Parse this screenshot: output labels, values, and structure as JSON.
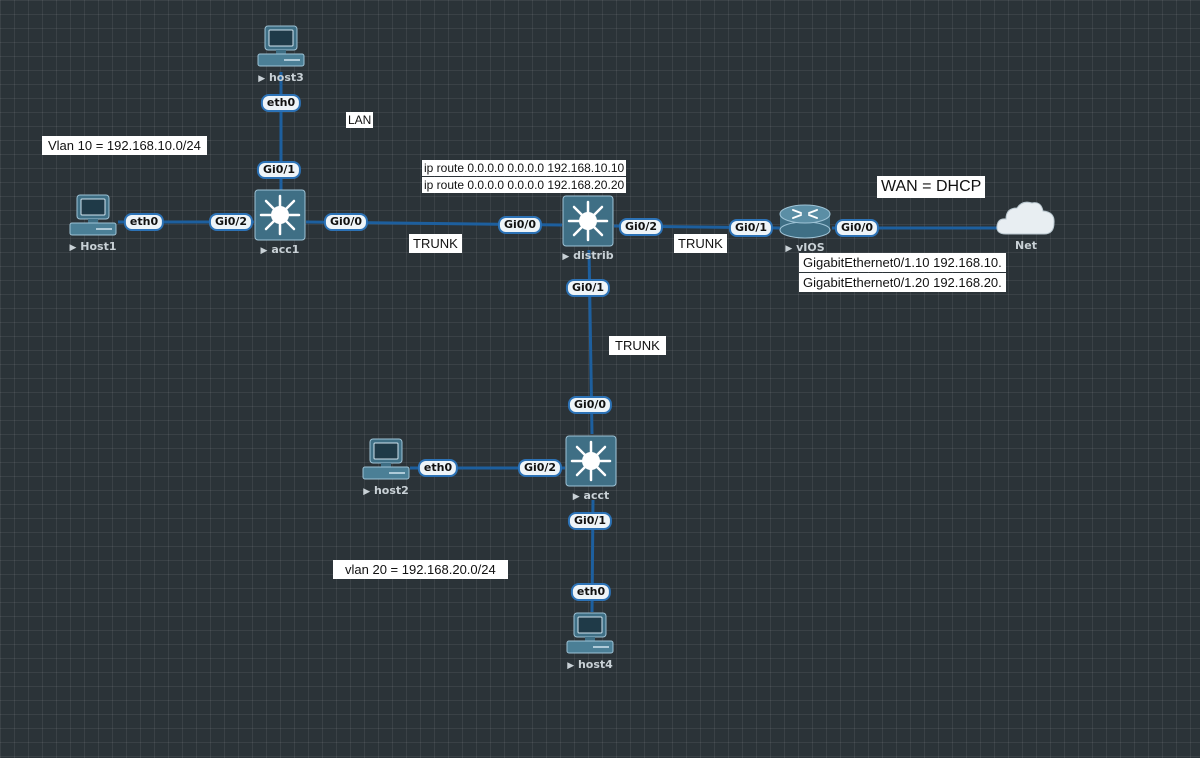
{
  "nodes": {
    "host1": {
      "label": "Host1"
    },
    "host2": {
      "label": "host2"
    },
    "host3": {
      "label": "host3"
    },
    "host4": {
      "label": "host4"
    },
    "acc1": {
      "label": "acc1"
    },
    "distrib": {
      "label": "distrib"
    },
    "acct": {
      "label": "acct"
    },
    "vios": {
      "label": "vIOS"
    },
    "net": {
      "label": "Net"
    }
  },
  "ports": {
    "host3_eth0": "eth0",
    "acc1_gi01": "Gi0/1",
    "host1_eth0": "eth0",
    "acc1_gi02": "Gi0/2",
    "acc1_gi00": "Gi0/0",
    "distrib_gi00": "Gi0/0",
    "distrib_gi02": "Gi0/2",
    "vios_gi01": "Gi0/1",
    "vios_gi00": "Gi0/0",
    "distrib_gi01": "Gi0/1",
    "acct_gi00": "Gi0/0",
    "host2_eth0": "eth0",
    "acct_gi02": "Gi0/2",
    "acct_gi01": "Gi0/1",
    "host4_eth0": "eth0"
  },
  "notes": {
    "lan": "LAN",
    "vlan10": "Vlan 10 = 192.168.10.0/24",
    "route1": "ip route 0.0.0.0 0.0.0.0 192.168.10.10",
    "route2": "ip route 0.0.0.0 0.0.0.0 192.168.20.20",
    "trunk1": "TRUNK",
    "trunk2": "TRUNK",
    "trunk3": "TRUNK",
    "wan": "WAN = DHCP",
    "subif1": "GigabitEthernet0/1.10 192.168.10.",
    "subif2": "GigabitEthernet0/1.20 192.168.20.",
    "vlan20": "vlan 20 = 192.168.20.0/24"
  },
  "colors": {
    "background": "#2b3338",
    "link": "#1d5f9e",
    "device": "#3f6f85"
  }
}
